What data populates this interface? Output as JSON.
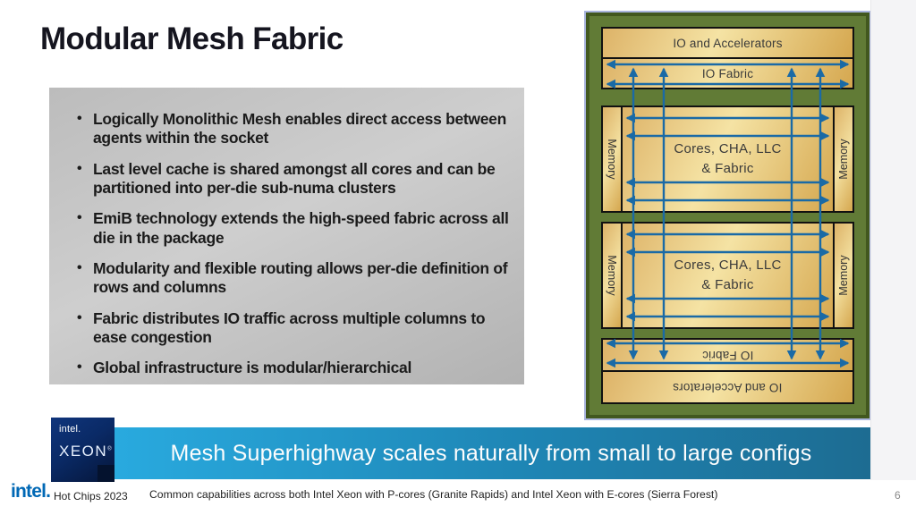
{
  "slide": {
    "title": "Modular Mesh Fabric",
    "bullets": [
      "Logically Monolithic Mesh enables direct access between agents within the socket",
      "Last level cache is shared amongst all cores and can be partitioned into per-die sub-numa clusters",
      "EmiB technology extends the high-speed fabric across all die in the package",
      "Modularity and flexible routing allows per-die definition of rows and columns",
      "Fabric distributes IO traffic across multiple columns to ease congestion",
      "Global infrastructure is modular/hierarchical"
    ],
    "banner": {
      "text": "Mesh Superhighway scales naturally from small to large configs",
      "badge": {
        "brand": "intel.",
        "product": "XEON",
        "mark": "®"
      }
    },
    "footer": {
      "logo": "intel.",
      "event": "Hot Chips 2023",
      "note": "Common capabilities across both Intel Xeon with P-cores (Granite Rapids) and Intel Xeon with E-cores (Sierra Forest)",
      "page": "6"
    }
  },
  "diagram": {
    "top": {
      "accelerators": "IO and Accelerators",
      "fabric": "IO Fabric"
    },
    "core_groups": [
      {
        "memory_left": "Memory",
        "cores_line1": "Cores, CHA, LLC",
        "cores_line2": "& Fabric",
        "memory_right": "Memory"
      },
      {
        "memory_left": "Memory",
        "cores_line1": "Cores, CHA, LLC",
        "cores_line2": "& Fabric",
        "memory_right": "Memory"
      }
    ],
    "bottom": {
      "fabric": "IO Fabric",
      "accelerators": "IO and Accelerators"
    },
    "colors": {
      "panel_green": "#617b36",
      "panel_border": "#42581f",
      "box_gold_light": "#f5e3a4",
      "box_gold_dark": "#d5a74f",
      "arrow_blue": "#1a6aa6",
      "banner_left": "#29aadf",
      "banner_right": "#1d6c92",
      "badge_navy": "#0a2a66",
      "intel_blue": "#0068b5"
    }
  }
}
